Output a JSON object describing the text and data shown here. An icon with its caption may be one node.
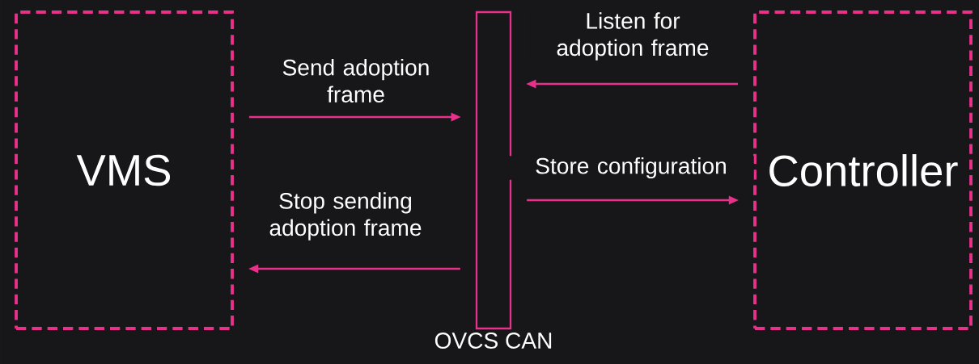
{
  "diagram": {
    "nodes": [
      {
        "text": [
          "VMS"
        ]
      },
      {
        "text": [
          "OVCS CAN"
        ]
      },
      {
        "text": [
          "Controller"
        ]
      }
    ],
    "edges": [
      {
        "from": 0,
        "to": 1,
        "arrow": "to",
        "label": "Send adoption frame"
      },
      {
        "from": 1,
        "to": 0,
        "arrow": "to",
        "label": "Stop sending adoption frame"
      },
      {
        "from": 2,
        "to": 1,
        "arrow": "to",
        "label": "Listen for adoption frame"
      },
      {
        "from": 1,
        "to": 2,
        "arrow": "to",
        "label": "Store configuration"
      }
    ]
  }
}
